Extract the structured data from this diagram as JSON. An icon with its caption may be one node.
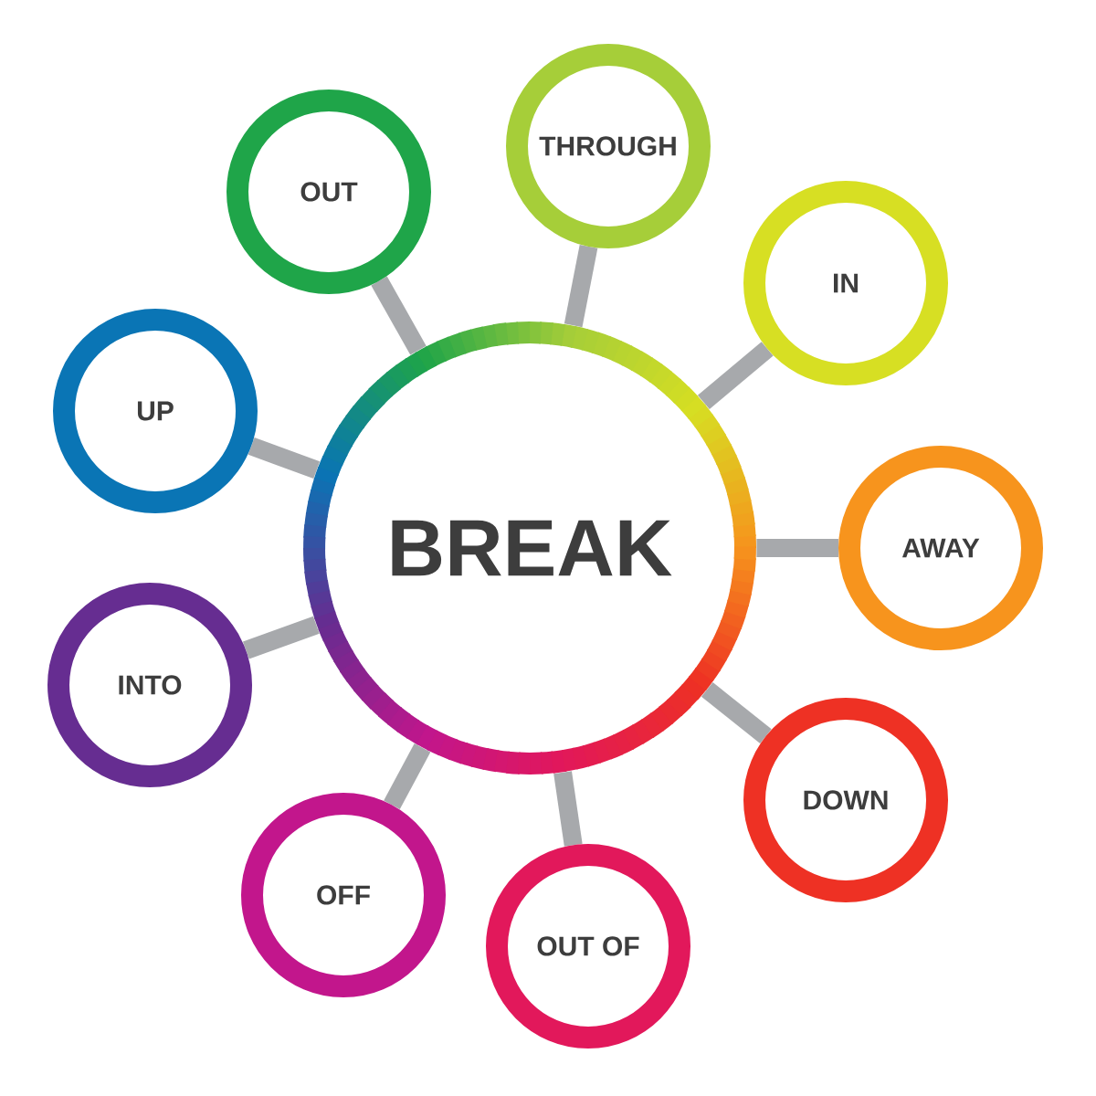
{
  "diagram": {
    "nodes": [
      {
        "text": [
          "BREAK"
        ]
      },
      {
        "text": [
          "THROUGH"
        ]
      },
      {
        "text": [
          "IN"
        ]
      },
      {
        "text": [
          "AWAY"
        ]
      },
      {
        "text": [
          "DOWN"
        ]
      },
      {
        "text": [
          "OUT OF"
        ]
      },
      {
        "text": [
          "OFF"
        ]
      },
      {
        "text": [
          "INTO"
        ]
      },
      {
        "text": [
          "UP"
        ]
      },
      {
        "text": [
          "OUT"
        ]
      }
    ],
    "edges": [
      {
        "from": 0,
        "to": 1,
        "arrow": "none"
      },
      {
        "from": 0,
        "to": 2,
        "arrow": "none"
      },
      {
        "from": 0,
        "to": 3,
        "arrow": "none"
      },
      {
        "from": 0,
        "to": 4,
        "arrow": "none"
      },
      {
        "from": 0,
        "to": 5,
        "arrow": "none"
      },
      {
        "from": 0,
        "to": 6,
        "arrow": "none"
      },
      {
        "from": 0,
        "to": 7,
        "arrow": "none"
      },
      {
        "from": 0,
        "to": 8,
        "arrow": "none"
      },
      {
        "from": 0,
        "to": 9,
        "arrow": "none"
      }
    ]
  }
}
